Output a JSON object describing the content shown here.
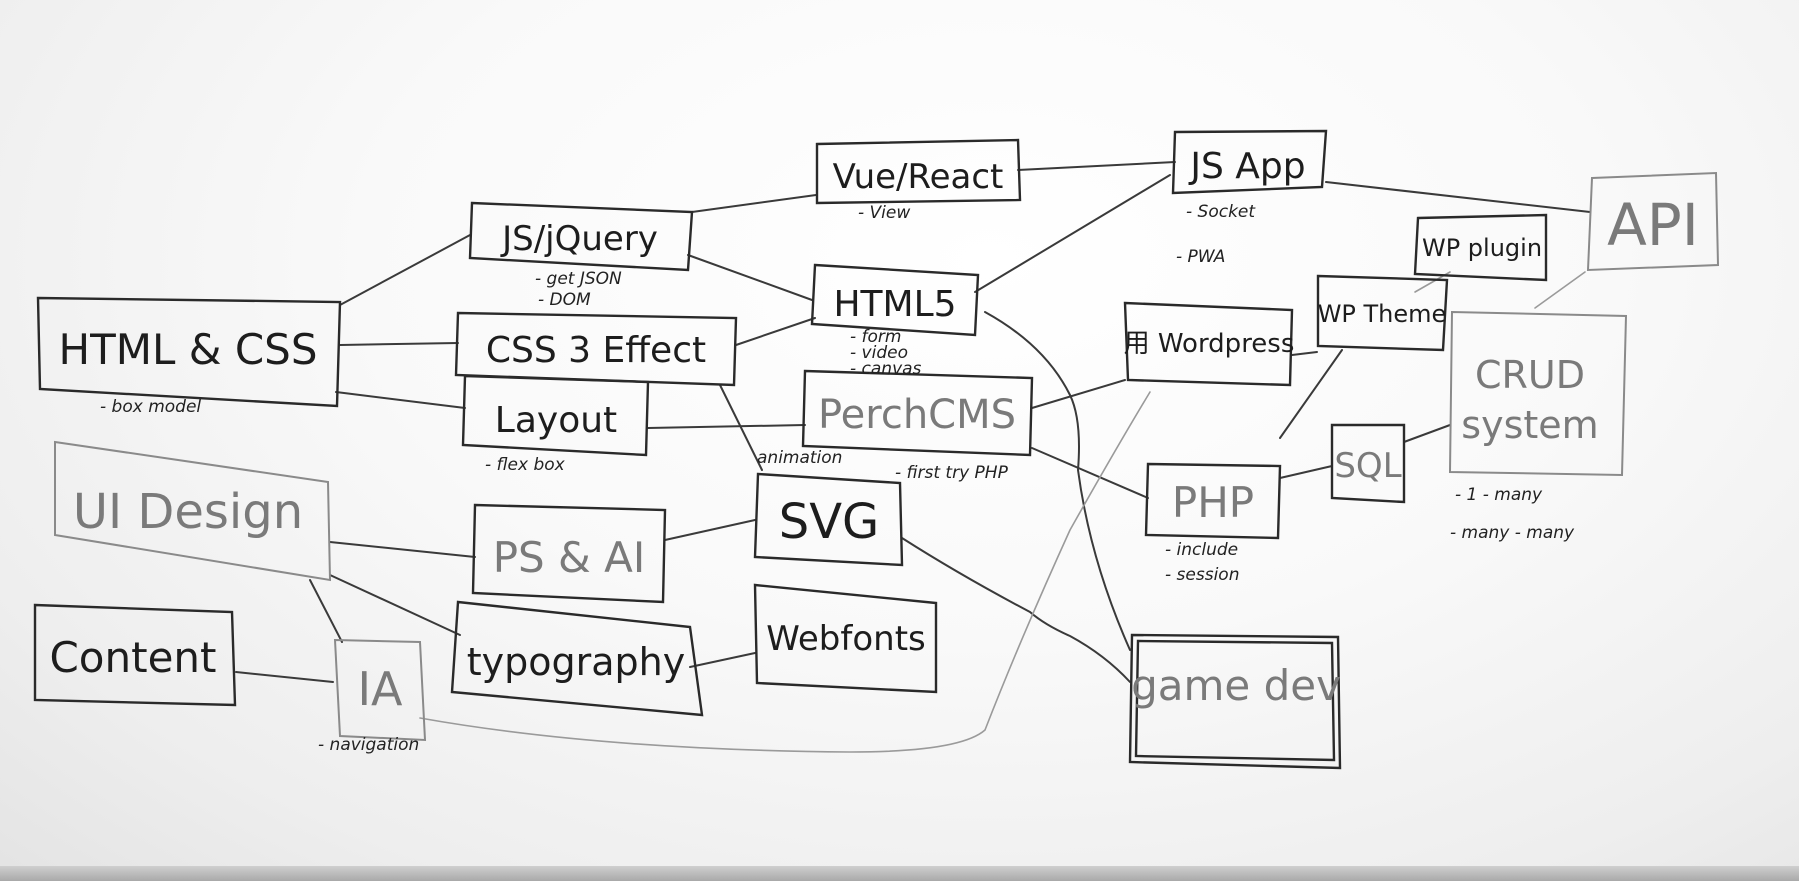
{
  "nodes": {
    "html_css": "HTML & CSS",
    "js_jquery": "JS/jQuery",
    "vue_react": "Vue/React",
    "js_app": "JS App",
    "api": "API",
    "wp_plugin": "WP plugin",
    "html5": "HTML5",
    "css3": "CSS 3 Effect",
    "wordpress": "用 Wordpress",
    "wp_theme": "WP Theme",
    "crud": [
      "CRUD",
      "system"
    ],
    "layout": "Layout",
    "perch": "PerchCMS",
    "php": "PHP",
    "sql": "SQL",
    "ui_design": "UI Design",
    "ps_ai": "PS & AI",
    "svg": "SVG",
    "typography": "typography",
    "webfonts": "Webfonts",
    "content": "Content",
    "ia": "IA",
    "gamedev": "game dev"
  },
  "notes": {
    "box_model": "- box model",
    "get_json": "- get JSON",
    "dom": "- DOM",
    "view": "- View",
    "socket": "- Socket",
    "pwa": "- PWA",
    "form": "- form",
    "video": "- video",
    "canvas": "- canvas",
    "flexbox": "- flex box",
    "animation": "animation",
    "first_php": "- first try PHP",
    "include": "- include",
    "session": "- session",
    "one_many": "- 1 - many",
    "many_many": "- many - many",
    "navigation": "- navigation"
  }
}
